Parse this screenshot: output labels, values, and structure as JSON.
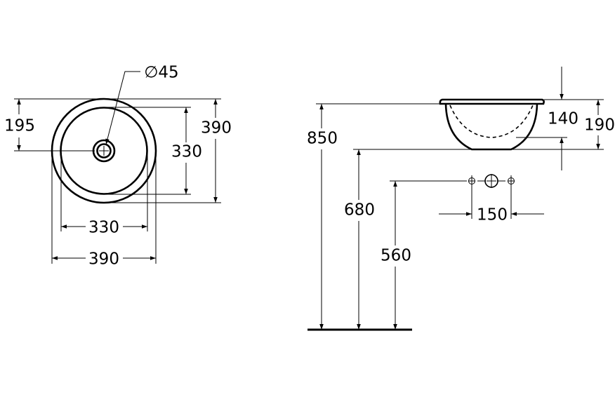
{
  "top_view": {
    "drain_diameter": "∅45",
    "offset_dim": "195",
    "inner_depth_dim": "330",
    "outer_depth_dim": "390",
    "inner_width_dim": "330",
    "outer_width_dim": "390"
  },
  "side_view": {
    "rim_height_dim": "850",
    "bottom_height_dim": "680",
    "tap_height_dim": "560",
    "inner_depth_dim": "140",
    "total_height_dim": "190",
    "tap_spacing_dim": "150"
  }
}
